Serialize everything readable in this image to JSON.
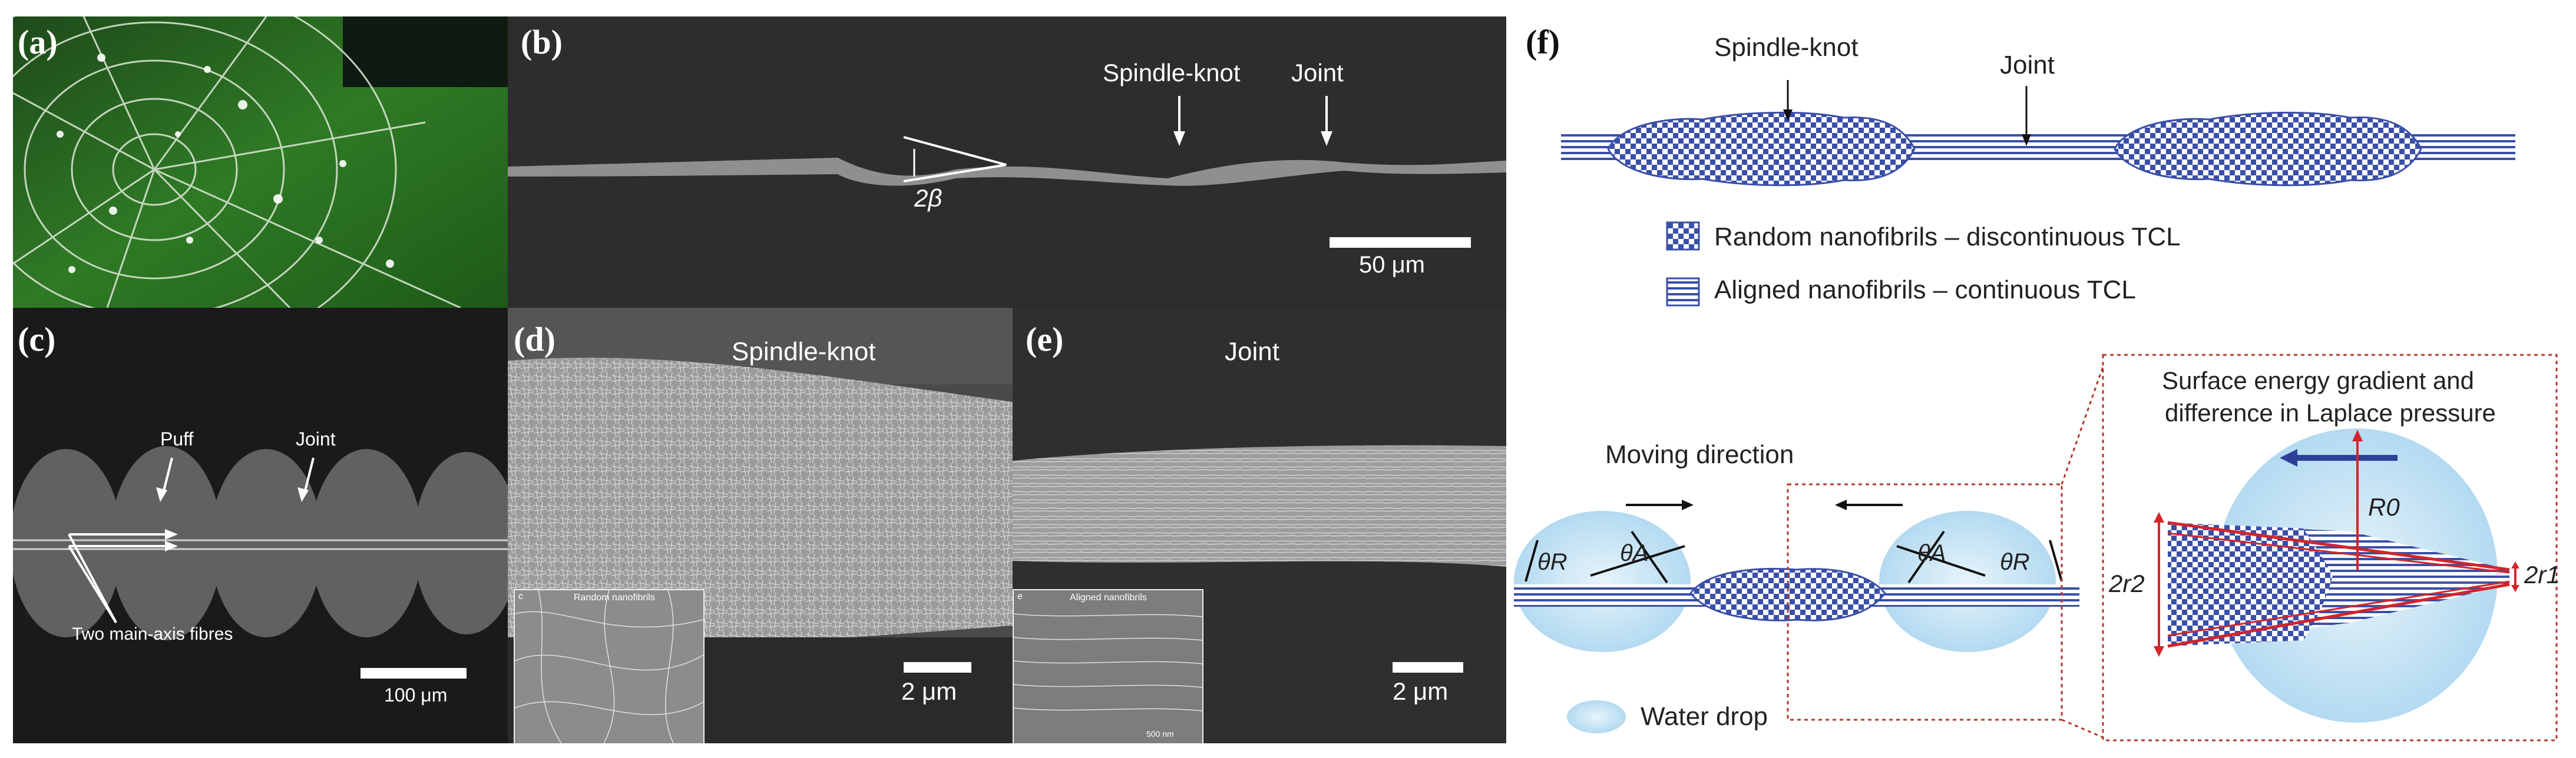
{
  "panels": {
    "a": {
      "label": "(a)"
    },
    "b": {
      "label": "(b)",
      "spindle_knot": "Spindle-knot",
      "joint": "Joint",
      "angle": "2β",
      "scale": "50 μm"
    },
    "c": {
      "label": "(c)",
      "puff": "Puff",
      "joint": "Joint",
      "fibres": "Two main-axis fibres",
      "scale": "100 μm"
    },
    "d": {
      "label": "(d)",
      "title": "Spindle-knot",
      "scale": "2 μm",
      "inset_title": "Random nanofibrils",
      "inset_letter": "c"
    },
    "e": {
      "label": "(e)",
      "title": "Joint",
      "scale": "2 μm",
      "inset_title": "Aligned nanofibrils",
      "inset_letter": "e",
      "inset_scale": "500 nm"
    },
    "f": {
      "label": "(f)",
      "spindle_knot": "Spindle-knot",
      "joint": "Joint",
      "legend_random": "Random nanofibrils – discontinuous TCL",
      "legend_aligned": "Aligned nanofibrils – continuous TCL",
      "moving_direction": "Moving direction",
      "theta_r": "θR",
      "theta_a": "θA",
      "water_drop": "Water drop",
      "zoom_title_1": "Surface energy gradient and",
      "zoom_title_2": "difference in Laplace pressure",
      "r0": "R0",
      "r2": "2r2",
      "r1": "2r1"
    }
  },
  "colors": {
    "blue": "#3a4fa8",
    "red": "#d4242a",
    "drop": "#bfe0f3"
  }
}
